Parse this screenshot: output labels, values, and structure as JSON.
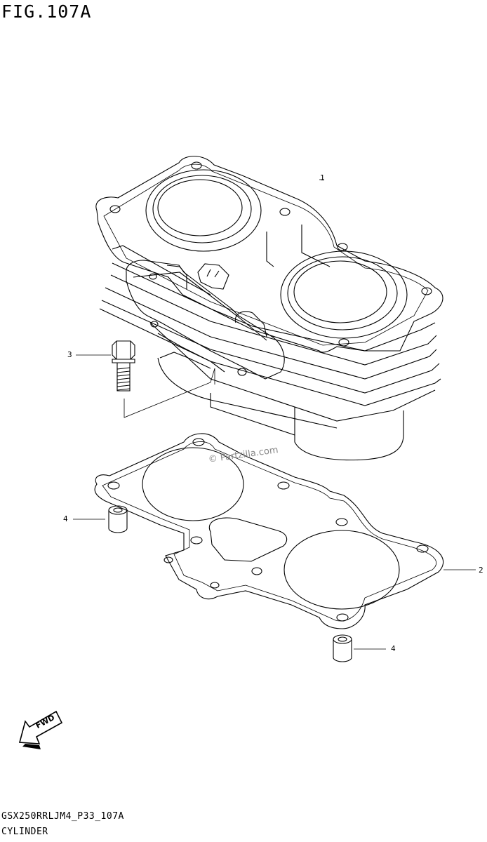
{
  "figure": {
    "title": "FIG.107A",
    "code": "GSX250RRLJM4_P33_107A",
    "name": "CYLINDER"
  },
  "callouts": {
    "cylinder": "1",
    "gasket": "2",
    "bolt": "3",
    "dowel_upper": "4",
    "dowel_lower": "4"
  },
  "direction_label": "FWD",
  "watermark": "© Partzilla.com"
}
